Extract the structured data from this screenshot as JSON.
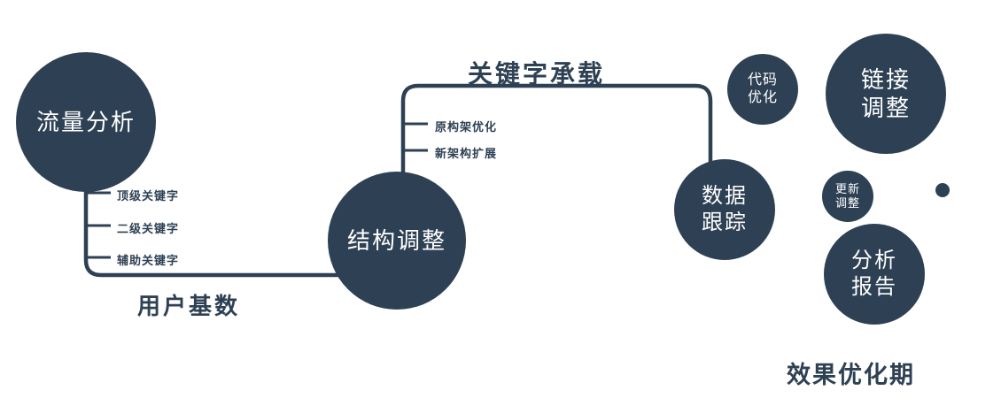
{
  "diagram": {
    "nodes": {
      "traffic": {
        "label": "流量分析"
      },
      "structure": {
        "label": "结构调整"
      },
      "tracking": {
        "line1": "数据",
        "line2": "跟踪"
      },
      "code": {
        "line1": "代码",
        "line2": "优化"
      },
      "link": {
        "line1": "链接",
        "line2": "调整"
      },
      "update": {
        "line1": "更新",
        "line2": "调整"
      },
      "report": {
        "line1": "分析",
        "line2": "报告"
      }
    },
    "edge_labels": {
      "user_base": "用户基数",
      "keyword_carry": "关键字承载"
    },
    "ticks_left": [
      "顶级关键字",
      "二级关键字",
      "辅助关键字"
    ],
    "ticks_mid": [
      "原构架优化",
      "新架构扩展"
    ],
    "footer": "效果优化期",
    "colors": {
      "primary": "#2e4154",
      "text_on_dark": "#ffffff",
      "background": "#ffffff"
    }
  }
}
